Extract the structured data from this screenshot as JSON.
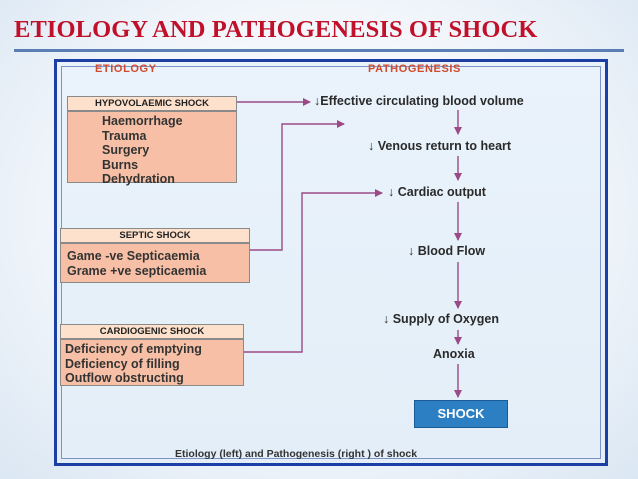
{
  "slide": {
    "title": "ETIOLOGY AND PATHOGENESIS OF SHOCK"
  },
  "diagram": {
    "etiology_heading": "ETIOLOGY",
    "pathogenesis_heading": "PATHOGENESIS",
    "causes": [
      {
        "heading": "HYPOVOLAEMIC SHOCK",
        "items": [
          "Haemorrhage",
          "Trauma",
          "Surgery",
          "Burns",
          "Dehydration"
        ]
      },
      {
        "heading": "SEPTIC SHOCK",
        "items": [
          "Game -ve Septicaemia",
          "Grame +ve septicaemia"
        ]
      },
      {
        "heading": "CARDIOGENIC SHOCK",
        "items": [
          "Deficiency of emptying",
          "Deficiency of filling",
          "Outflow obstructing"
        ]
      }
    ],
    "steps": [
      "↓Effective circulating blood volume",
      "↓ Venous return to heart",
      "↓ Cardiac output",
      "↓ Blood Flow",
      "↓ Supply of Oxygen",
      "Anoxia"
    ],
    "outcome": "SHOCK",
    "caption": "Etiology (left) and Pathogenesis (right ) of shock"
  },
  "colors": {
    "title": "#c0102a",
    "frame_border": "#1b3fa5",
    "header_fill": "#fde1cc",
    "list_fill": "#f7c0a6",
    "column_heading": "#d04a2c",
    "connector": "#9b4a86",
    "outcome_fill": "#2c7fc3"
  }
}
